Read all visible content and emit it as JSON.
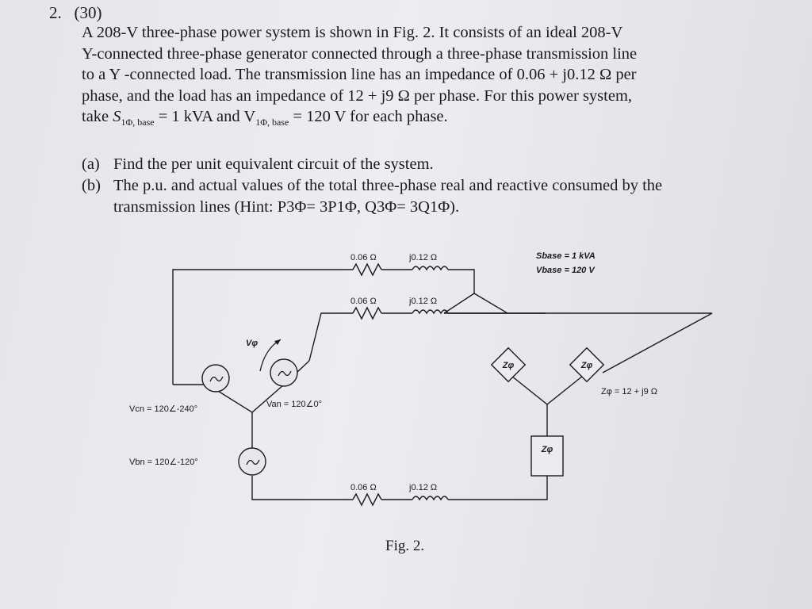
{
  "question": {
    "number": "2.",
    "points": "(30)",
    "lines": [
      "A 208-V three-phase power system is shown in Fig. 2. It consists of an ideal 208-V",
      "Y-connected three-phase generator connected through a three-phase transmission line",
      "to a Y -connected load. The transmission line has an impedance of 0.06 + j0.12 Ω per",
      "phase, and the load has an impedance of 12 + j9 Ω per phase. For this power system,"
    ],
    "last_line": {
      "t1": "take ",
      "s_sym": "S",
      "s_sub": "1Φ, base",
      "t2": " = 1 kVA and V",
      "v_sub": "1Φ, base",
      "t3": " = 120 V for each phase."
    }
  },
  "parts": [
    {
      "label": "(a)",
      "text": "Find the per unit equivalent circuit of the system."
    },
    {
      "label": "(b)",
      "text": "The p.u. and actual values of the total three-phase real and reactive consumed by the transmission lines (Hint: P3Φ= 3P1Φ, Q3Φ= 3Q1Φ)."
    }
  ],
  "figure": {
    "caption": "Fig. 2.",
    "line_r": "0.06 Ω",
    "line_x": "j0.12 Ω",
    "sbase": "Sbase = 1 kVA",
    "vbase": "Vbase = 120 V",
    "zphi": "Zφ",
    "load_imp": "Zφ = 12 + j9 Ω",
    "vphi": "Vφ",
    "van": "Van = 120∠0°",
    "vcn": "Vcn = 120∠-240°",
    "vbn": "Vbn = 120∠-120°"
  }
}
